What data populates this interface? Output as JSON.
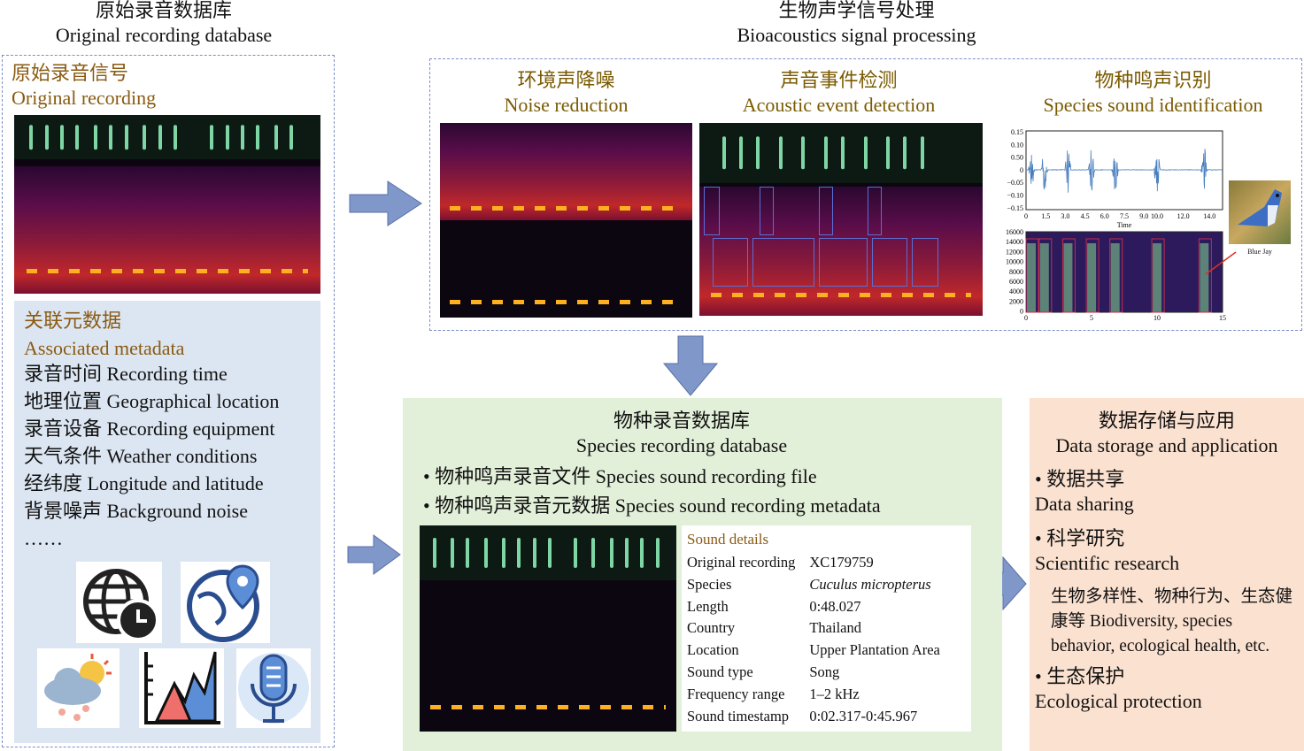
{
  "left": {
    "title_zh": "原始录音数据库",
    "title_en": "Original recording database",
    "rec_zh": "原始录音信号",
    "rec_en": "Original recording",
    "meta_zh": "关联元数据",
    "meta_en": "Associated metadata",
    "items": [
      "录音时间 Recording time",
      "地理位置 Geographical location",
      "录音设备 Recording equipment",
      "天气条件 Weather conditions",
      "经纬度 Longitude and latitude",
      "背景噪声 Background noise",
      "……"
    ],
    "icons": [
      "globe-clock-icon",
      "globe-location-icon",
      "weather-icon",
      "mountain-chart-icon",
      "microphone-icon"
    ]
  },
  "processing": {
    "title_zh": "生物声学信号处理",
    "title_en": "Bioacoustics signal processing",
    "steps": [
      {
        "zh": "环境声降噪",
        "en": "Noise reduction"
      },
      {
        "zh": "声音事件检测",
        "en": "Acoustic event detection"
      },
      {
        "zh": "物种鸣声识别",
        "en": "Species sound identification"
      }
    ],
    "wave_yticks": [
      "0.15",
      "0.10",
      "0.50",
      "0",
      "−0.05",
      "−0.10",
      "−0.15"
    ],
    "wave_xticks": [
      "0",
      "1.5",
      "3.0",
      "4.5",
      "6.0",
      "7.5",
      "9.0",
      "10.0",
      "12.0",
      "14.0"
    ],
    "wave_xlabel": "Time",
    "spec_yticks": [
      "16000",
      "14000",
      "12000",
      "10000",
      "8000",
      "6000",
      "4000",
      "2000",
      "0"
    ],
    "spec_xticks": [
      "0",
      "5",
      "10",
      "15"
    ],
    "bird_label": "Blue Jay"
  },
  "database": {
    "title_zh": "物种录音数据库",
    "title_en": "Species recording database",
    "bullets": [
      "物种鸣声录音文件 Species sound recording file",
      "物种鸣声录音元数据 Species sound recording metadata"
    ],
    "details_title": "Sound details",
    "details": [
      [
        "Original recording",
        "XC179759"
      ],
      [
        "Species",
        "Cuculus micropterus"
      ],
      [
        "Length",
        "0:48.027"
      ],
      [
        "Country",
        "Thailand"
      ],
      [
        "Location",
        "Upper Plantation Area"
      ],
      [
        "Sound type",
        "Song"
      ],
      [
        "Frequency range",
        "1–2 kHz"
      ],
      [
        "Sound timestamp",
        "0:02.317-0:45.967"
      ]
    ]
  },
  "storage": {
    "title_zh": "数据存储与应用",
    "title_en": "Data storage and application",
    "sharing_zh": "数据共享",
    "sharing_en": "Data sharing",
    "research_zh": "科学研究",
    "research_en": "Scientific research",
    "research_detail": "生物多样性、物种行为、生态健康等 Biodiversity, species behavior, ecological health, etc.",
    "protection_zh": "生态保护",
    "protection_en": "Ecological protection"
  },
  "colors": {
    "arrow": "#7f97c9",
    "meta_bg": "#dce6f2",
    "db_bg": "#e2efd9",
    "storage_bg": "#fbe1d0",
    "accent": "#8a5a12"
  }
}
